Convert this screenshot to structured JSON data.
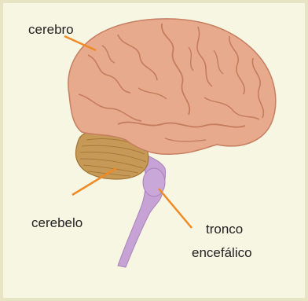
{
  "labels": {
    "cerebro": "cerebro",
    "cerebelo": "cerebelo",
    "tronco_line1": "tronco",
    "tronco_line2": "encefálico"
  },
  "colors": {
    "background": "#f7f6e3",
    "pointer": "#f08a24",
    "cerebrum": "#e7a98c",
    "cerebellum": "#c79a55",
    "brainstem": "#c7a4d6"
  }
}
